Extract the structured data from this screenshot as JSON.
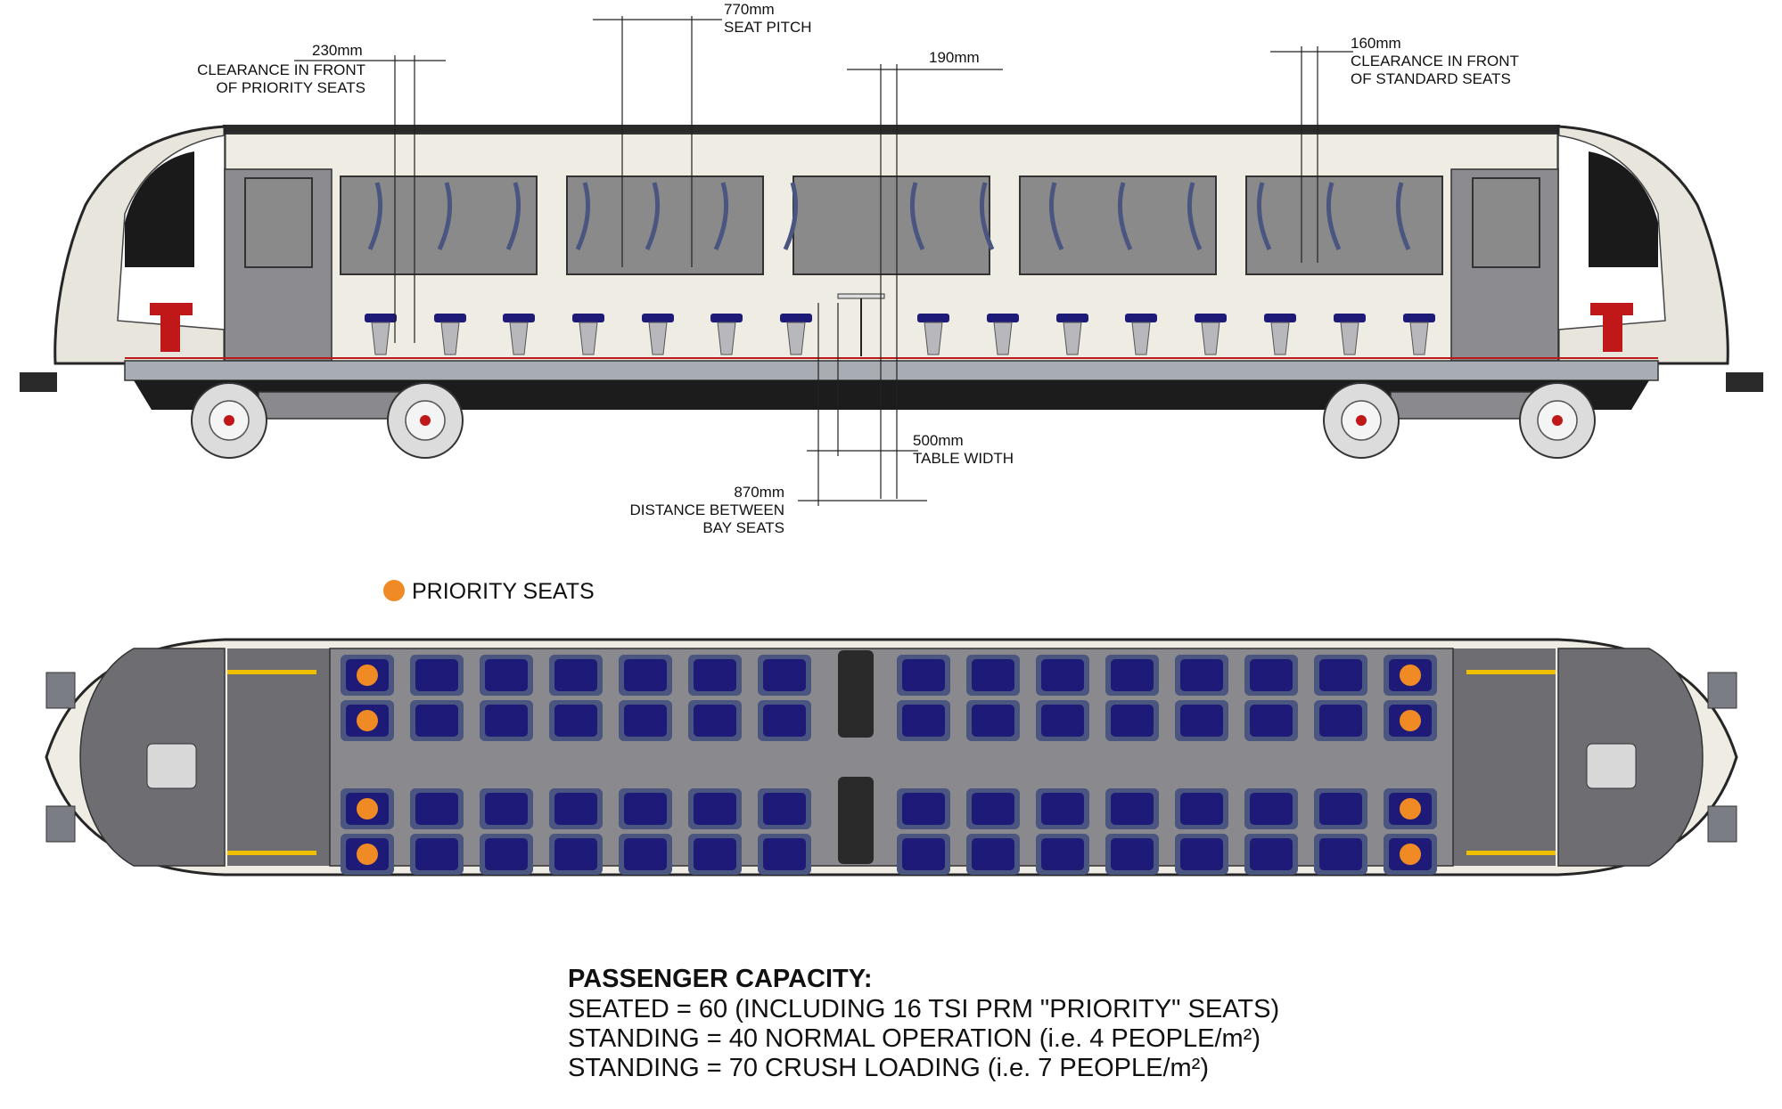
{
  "dimensions": {
    "clearance_priority": {
      "value": "230mm",
      "label_lines": [
        "CLEARANCE IN FRONT",
        "OF PRIORITY SEATS"
      ]
    },
    "seat_pitch": {
      "value": "770mm",
      "label_lines": [
        "SEAT PITCH"
      ]
    },
    "gap_190": {
      "value": "190mm",
      "label_lines": []
    },
    "clearance_standard": {
      "value": "160mm",
      "label_lines": [
        "CLEARANCE IN FRONT",
        "OF STANDARD SEATS"
      ]
    },
    "table_width": {
      "value": "500mm",
      "label_lines": [
        "TABLE WIDTH"
      ]
    },
    "bay_distance": {
      "value": "870mm",
      "label_lines": [
        "DISTANCE BETWEEN",
        "BAY SEATS"
      ]
    }
  },
  "legend": {
    "priority_label": "PRIORITY SEATS",
    "priority_color": "#f08a24"
  },
  "capacity": {
    "heading": "PASSENGER CAPACITY:",
    "lines": [
      "SEATED = 60 (INCLUDING 16 TSI PRM \"PRIORITY\" SEATS)",
      "STANDING = 40 NORMAL OPERATION (i.e. 4 PEOPLE/m²)",
      "STANDING = 70 CRUSH LOADING (i.e. 7 PEOPLE/m²)"
    ]
  },
  "colors": {
    "seat": "#1e1a78",
    "seat_frame": "#4a5580",
    "floor": "#6e6e72",
    "body": "#efece4",
    "outline": "#262626",
    "accent_red": "#c01818",
    "yellow": "#f0c000"
  }
}
